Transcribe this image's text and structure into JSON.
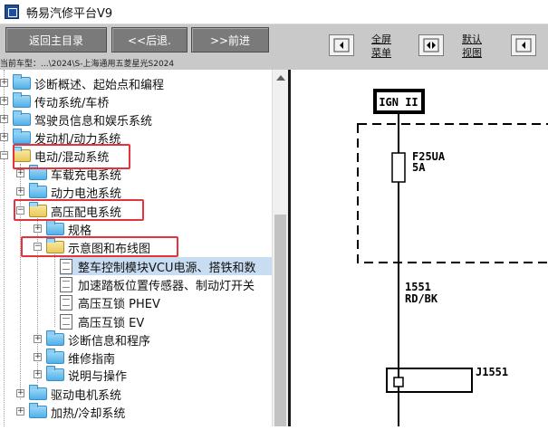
{
  "window": {
    "title": "畅易汽修平台V9"
  },
  "toolbar": {
    "back_main_label": "返回主目录",
    "back_label": "<<后退.",
    "forward_label": ">>前进",
    "fullscreen_label": "全屏\n菜单",
    "default_view_label": "默认\n视图"
  },
  "vehicle_info": "当前车型：...\\2024\\S-上海通用五菱星光S2024",
  "tree": {
    "items": [
      {
        "label": "诊断概述、起始点和编程"
      },
      {
        "label": "传动系统/车桥"
      },
      {
        "label": "驾驶员信息和娱乐系统"
      },
      {
        "label": "发动机/动力系统"
      },
      {
        "label": "电动/混动系统"
      },
      {
        "label": "车载充电系统"
      },
      {
        "label": "动力电池系统"
      },
      {
        "label": "高压配电系统"
      },
      {
        "label": "规格"
      },
      {
        "label": "示意图和布线图"
      },
      {
        "label": "整车控制模块VCU电源、搭铁和数"
      },
      {
        "label": "加速踏板位置传感器、制动灯开关"
      },
      {
        "label": "高压互锁 PHEV"
      },
      {
        "label": "高压互锁 EV"
      },
      {
        "label": "诊断信息和程序"
      },
      {
        "label": "维修指南"
      },
      {
        "label": "说明与操作"
      },
      {
        "label": "驱动电机系统"
      },
      {
        "label": "加热/冷却系统"
      }
    ]
  },
  "diagram": {
    "ign_label": "IGN II",
    "fuse_name": "F25UA",
    "fuse_rating": "5A",
    "circuit_number": "1551",
    "wire_color": "RD/BK",
    "connector": "J1551"
  },
  "colors": {
    "toolbar_button": "#7a7a7a",
    "highlight": "#e5323b",
    "selection": "#c9ddf2"
  }
}
